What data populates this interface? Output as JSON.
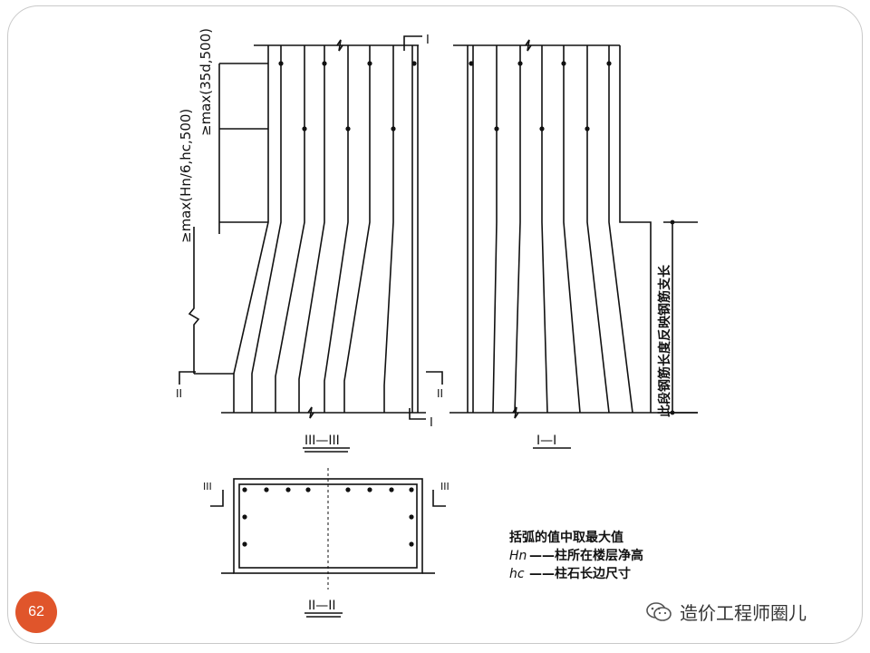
{
  "drawing": {
    "dim_upper": "≥max(35d,500)",
    "dim_lower": "≥max(Hn/6,hc,500)",
    "section_III_III": "III—III",
    "section_I_I": "I—I",
    "section_II_II": "II—II",
    "mark_I": "I",
    "mark_II": "II",
    "mark_III": "III",
    "side_note": "此段钢筋长度反映钢筋支长",
    "legend_title": "括弧的值中取最大值",
    "legend_hn_symbol": "Hn",
    "legend_hn_text": "——柱所在楼层净高",
    "legend_hc_symbol": "hc",
    "legend_hc_text": "——柱石长边尺寸"
  },
  "page_number": "62",
  "watermark": {
    "icon": "wechat-icon",
    "text": "造价工程师圈儿"
  }
}
